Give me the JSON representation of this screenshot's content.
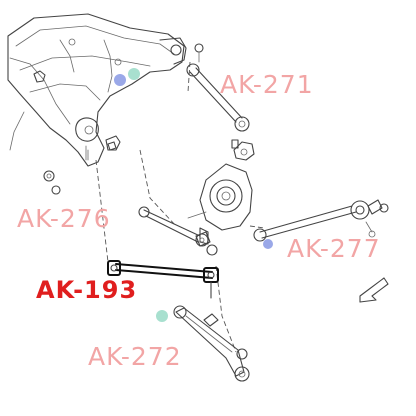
{
  "labels": {
    "ak271": "AK-271",
    "ak276": "AK-276",
    "ak277": "AK-277",
    "ak193": "AK-193",
    "ak272": "AK-272"
  },
  "colors": {
    "highlight_label": "#e01e1e",
    "faded_label": "#f2a5a5",
    "marker_blue": "#9aa8e8",
    "marker_green": "#a8e0cf"
  },
  "icons": {
    "direction": "outline-arrow-pointing-down-left"
  }
}
